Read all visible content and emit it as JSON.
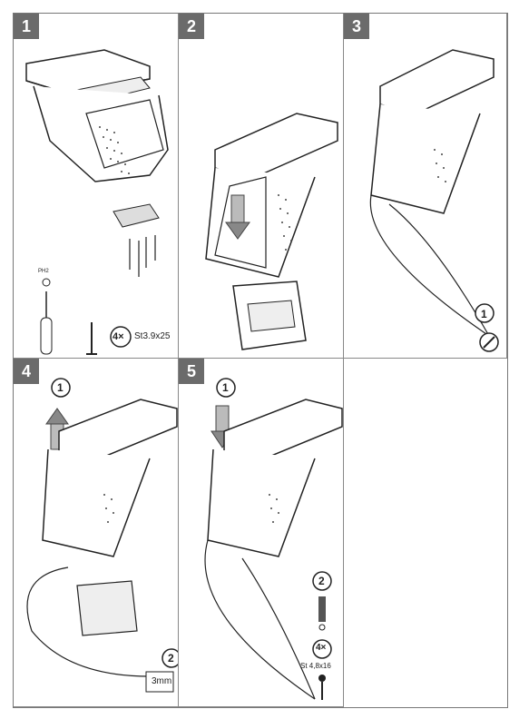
{
  "steps": [
    {
      "number": "1"
    },
    {
      "number": "2"
    },
    {
      "number": "3"
    },
    {
      "number": "4"
    },
    {
      "number": "5"
    }
  ],
  "step1": {
    "tool_label": "PH2",
    "qty_label": "4×",
    "screw_spec": "St3.9x25"
  },
  "step3": {
    "marker_1": "1"
  },
  "step4": {
    "marker_1": "1",
    "marker_2": "2",
    "drill_size": "3mm"
  },
  "step5": {
    "marker_1": "1",
    "marker_2": "2",
    "qty_label": "4×",
    "screw_spec": "St 4,8x16"
  }
}
